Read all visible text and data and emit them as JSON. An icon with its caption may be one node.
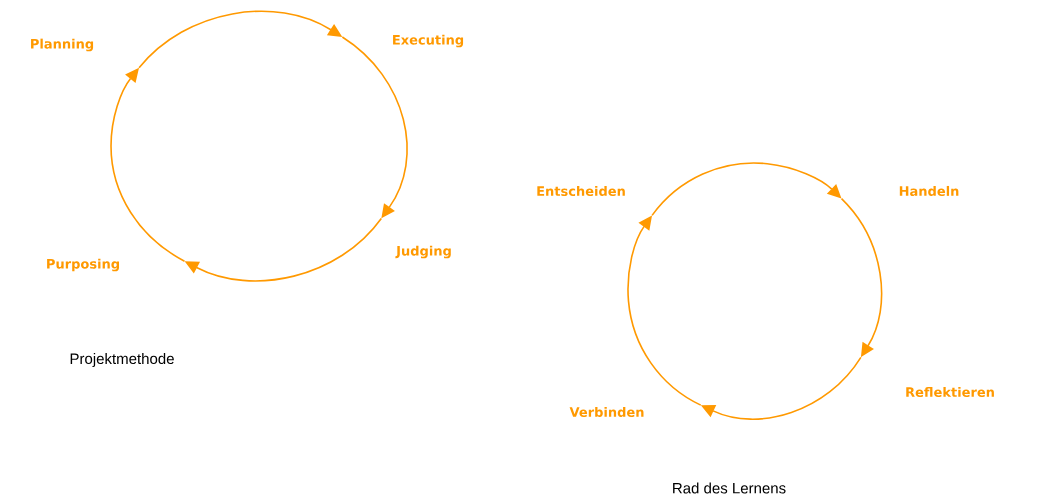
{
  "diagram": {
    "nodes": [
      {
        "text": [
          "Planning"
        ]
      },
      {
        "text": [
          "Executing"
        ]
      },
      {
        "text": [
          "Judging"
        ]
      },
      {
        "text": [
          "Purposing"
        ]
      },
      {
        "text": [
          "Entscheiden"
        ]
      },
      {
        "text": [
          "Handeln"
        ]
      },
      {
        "text": [
          "Reflektieren"
        ]
      },
      {
        "text": [
          "Verbinden"
        ]
      }
    ],
    "edges": [
      {
        "from": 3,
        "to": 0,
        "arrow": "to"
      },
      {
        "from": 0,
        "to": 1,
        "arrow": "to"
      },
      {
        "from": 1,
        "to": 2,
        "arrow": "to"
      },
      {
        "from": 2,
        "to": 3,
        "arrow": "to"
      },
      {
        "from": 7,
        "to": 4,
        "arrow": "to"
      },
      {
        "from": 4,
        "to": 5,
        "arrow": "to"
      },
      {
        "from": 5,
        "to": 6,
        "arrow": "to"
      },
      {
        "from": 6,
        "to": 7,
        "arrow": "to"
      }
    ],
    "labels": [
      "Projektmethode",
      "Rad des Lernens"
    ]
  }
}
